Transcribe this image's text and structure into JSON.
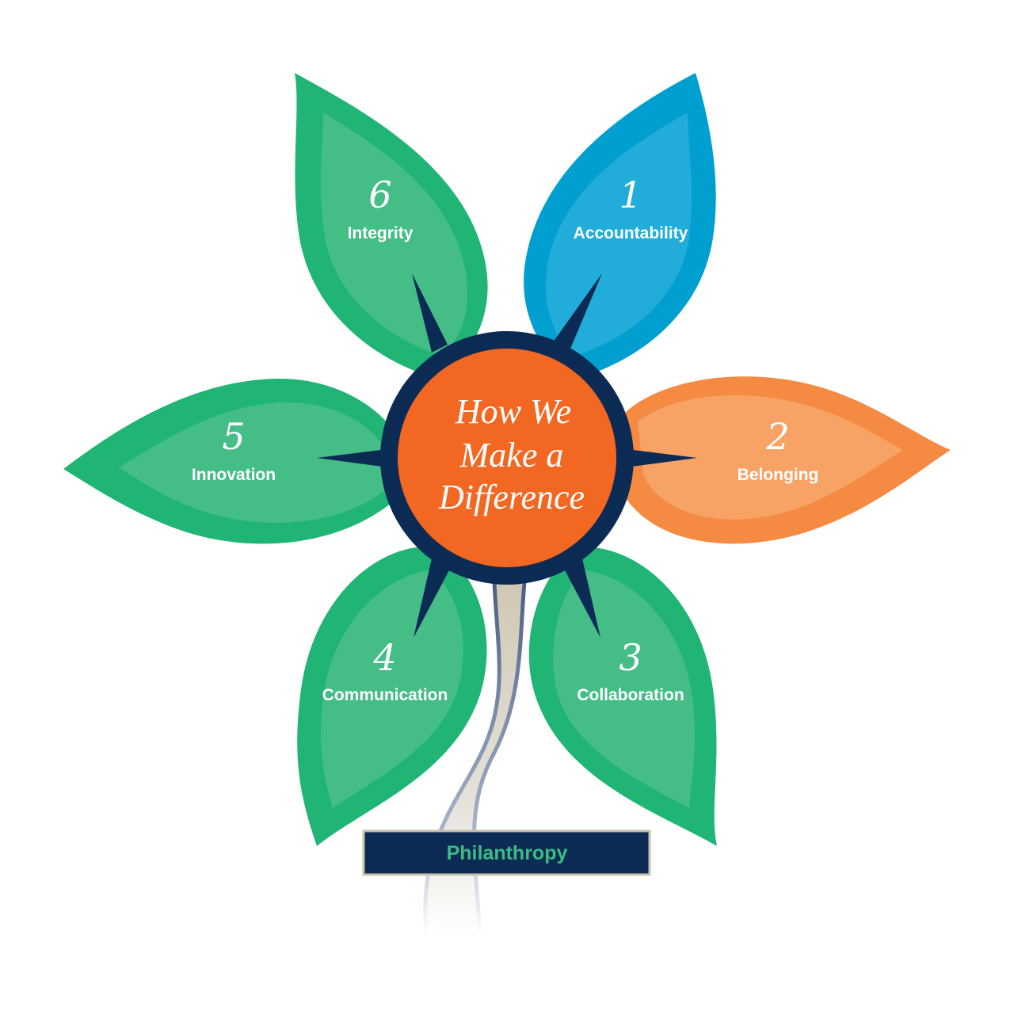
{
  "title_lines": [
    "How We",
    "Make a",
    "Difference"
  ],
  "petals": [
    {
      "number": "1",
      "label": "Accountability"
    },
    {
      "number": "2",
      "label": "Belonging"
    },
    {
      "number": "3",
      "label": "Collaboration"
    },
    {
      "number": "4",
      "label": "Communication"
    },
    {
      "number": "5",
      "label": "Innovation"
    },
    {
      "number": "6",
      "label": "Integrity"
    }
  ],
  "banner": "Philanthropy",
  "colors": {
    "green_outer": "#20b574",
    "green_inner": "#45bd86",
    "blue_outer": "#009fcf",
    "blue_inner": "#22acd9",
    "orange_outer": "#f58a42",
    "orange_inner": "#f7a366",
    "center_fill": "#f26722",
    "center_ring": "#0c2b54",
    "banner_fill": "#0c2b54",
    "banner_text": "#3dbb86"
  }
}
